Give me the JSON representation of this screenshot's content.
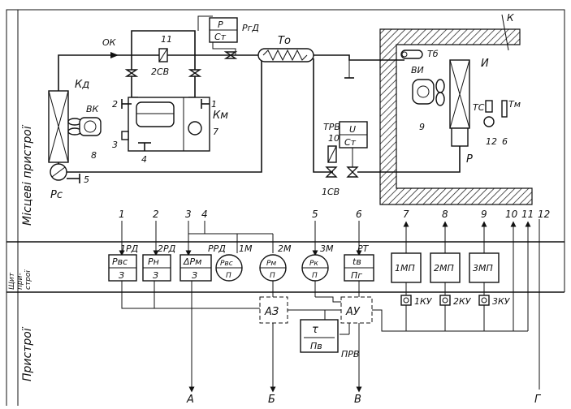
{
  "side_labels": {
    "local_devices": "Місцеві пристрої",
    "panel_devices_1": "Щит",
    "panel_devices_2": "при-",
    "panel_devices_3": "строї",
    "devices": "Пристрої"
  },
  "components": {
    "condenser": "Кд",
    "pump": "Рс",
    "pump_num": "5",
    "ok_valve": "ОК",
    "valve_11": "11",
    "valve_2sv": "2СВ",
    "valve_2": "2",
    "valve_1": "1",
    "valve_3": "3",
    "valve_4": "4",
    "fan_vk": "ВК",
    "motor_8": "8",
    "compressor": "Км",
    "motor_7": "7",
    "pressure_relay_p": "Р",
    "pressure_relay_st": "Ст",
    "pressure_relay_label": "РгД",
    "heat_exchanger": "То",
    "trv": "ТРВ",
    "valve_10": "10",
    "valve_1sv": "1СВ",
    "controller_u": "U",
    "controller_st": "Ст",
    "chamber": "К",
    "sensor_tb": "Тб",
    "fan_vi": "ВИ",
    "motor_9": "9",
    "evaporator": "И",
    "receiver": "Р",
    "tc": "ТС",
    "tm": "Тм",
    "num_12": "12",
    "num_6": "6"
  },
  "signal_numbers": [
    "1",
    "2",
    "3",
    "4",
    "5",
    "6",
    "7",
    "8",
    "9",
    "10",
    "11",
    "12"
  ],
  "panel": {
    "relays": [
      {
        "tag": "1РД",
        "top": "Рвс",
        "bottom": "З"
      },
      {
        "tag": "2РД",
        "top": "Рн",
        "bottom": "З"
      },
      {
        "tag": "РРД",
        "top": "ΔРм",
        "bottom": "З"
      }
    ],
    "gauges": [
      {
        "tag": "1М",
        "top": "Рвс",
        "bottom": "П"
      },
      {
        "tag": "2М",
        "top": "Рм",
        "bottom": "П"
      },
      {
        "tag": "3М",
        "top": "Рк",
        "bottom": "П"
      }
    ],
    "rt": {
      "tag": "РТ",
      "top": "tв",
      "bottom": "Пг"
    },
    "starters": [
      "1МП",
      "2МП",
      "3МП"
    ],
    "buttons": [
      "1КУ",
      "2КУ",
      "3КУ"
    ]
  },
  "devices": {
    "az": "АЗ",
    "au": "АУ",
    "prv_top": "τ",
    "prv_bottom": "Пв",
    "prv_label": "ПРВ"
  },
  "outputs": [
    "А",
    "Б",
    "В",
    "Г"
  ]
}
